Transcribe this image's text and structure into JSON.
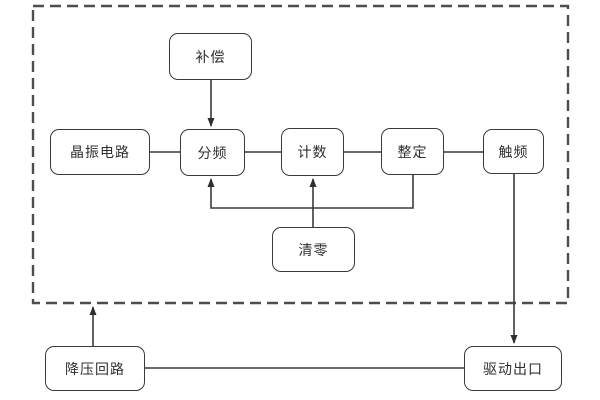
{
  "diagram": {
    "type": "block-diagram",
    "nodes": [
      {
        "id": "compensation",
        "label": "补偿"
      },
      {
        "id": "crystal-oscillator-circuit",
        "label": "晶振电路"
      },
      {
        "id": "frequency-divider",
        "label": "分频"
      },
      {
        "id": "counter",
        "label": "计数"
      },
      {
        "id": "setting",
        "label": "整定"
      },
      {
        "id": "trigger-frequency",
        "label": "触频"
      },
      {
        "id": "clear-reset",
        "label": "清零"
      },
      {
        "id": "step-down-circuit",
        "label": "降压回路"
      },
      {
        "id": "drive-output",
        "label": "驱动出口"
      }
    ],
    "edges": [
      {
        "from": "补偿",
        "to": "分频",
        "arrow": true
      },
      {
        "from": "晶振电路",
        "to": "分频",
        "arrow": false
      },
      {
        "from": "分频",
        "to": "计数",
        "arrow": false
      },
      {
        "from": "计数",
        "to": "整定",
        "arrow": false
      },
      {
        "from": "整定",
        "to": "触频",
        "arrow": false
      },
      {
        "from": "整定",
        "to": "分频",
        "arrow": true
      },
      {
        "from": "清零",
        "to": "计数",
        "arrow": true
      },
      {
        "from": "触频",
        "to": "驱动出口",
        "arrow": true
      },
      {
        "from": "降压回路",
        "to": "虚线框",
        "arrow": true
      },
      {
        "from": "降压回路",
        "to": "驱动出口",
        "arrow": false
      }
    ],
    "boundary": {
      "style": "dashed-rectangle"
    },
    "colors": {
      "background": "#ffffff",
      "box_fill": "#ffffff",
      "box_border": "#3a3a3a",
      "line": "#3a3a3a",
      "dashed_frame": "#4d4d4d",
      "text": "#2f2f2f"
    }
  }
}
